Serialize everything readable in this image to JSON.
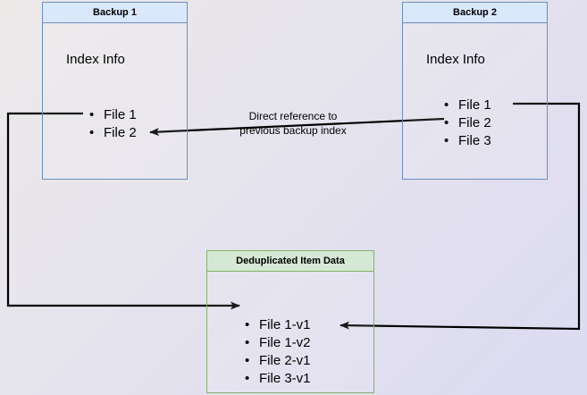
{
  "diagram": {
    "title_hidden": "",
    "background": {
      "gradient_from": "#ece9e9",
      "gradient_to": "#dcdbf2"
    },
    "boxes": [
      {
        "id": "backup1",
        "header": "Backup 1",
        "section_label": "Index Info",
        "accent": "#6c8ebf",
        "header_fill": "#dae8fc",
        "items": [
          "File 1",
          "File 2"
        ]
      },
      {
        "id": "backup2",
        "header": "Backup 2",
        "section_label": "Index Info",
        "accent": "#6c8ebf",
        "header_fill": "#dae8fc",
        "items": [
          "File 1",
          "File 2",
          "File 3"
        ]
      },
      {
        "id": "dedup",
        "header": "Deduplicated Item Data",
        "accent": "#82b366",
        "header_fill": "#d5e8d4",
        "items": [
          "File 1-v1",
          "File 1-v2",
          "File 2-v1",
          "File 3-v1"
        ]
      }
    ],
    "edge_labels": {
      "direct_reference_line1": "Direct reference to",
      "direct_reference_line2": "previous backup index"
    },
    "edge_color": "#000000"
  }
}
